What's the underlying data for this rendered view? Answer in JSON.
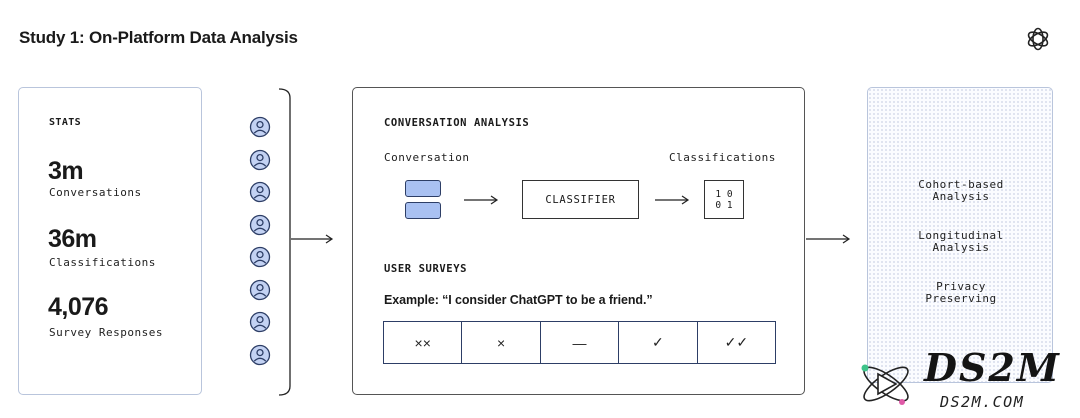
{
  "title": "Study 1: On-Platform Data Analysis",
  "stats": {
    "heading": "STATS",
    "items": [
      {
        "value": "3m",
        "label": "Conversations"
      },
      {
        "value": "36m",
        "label": "Classifications"
      },
      {
        "value": "4,076",
        "label": "Survey Responses"
      }
    ]
  },
  "user_icon_count": 8,
  "conversation_analysis": {
    "heading": "CONVERSATION ANALYSIS",
    "input_label": "Conversation",
    "output_label": "Classifications",
    "classifier_label": "CLASSIFIER",
    "matrix_row1": "1 0",
    "matrix_row2": "0 1"
  },
  "user_surveys": {
    "heading": "USER SURVEYS",
    "example": "Example: “I consider ChatGPT to be a friend.”",
    "scale": [
      "××",
      "×",
      "—",
      "✓",
      "✓✓"
    ]
  },
  "outputs": [
    "Cohort-based\nAnalysis",
    "Longitudinal\nAnalysis",
    "Privacy\nPreserving"
  ],
  "watermark": {
    "big": "DS2M",
    "small": "DS2M.COM"
  },
  "colors": {
    "bubble": "#a9c1f2",
    "panel_border": "#b9c5dc",
    "dark_border": "#555555"
  }
}
